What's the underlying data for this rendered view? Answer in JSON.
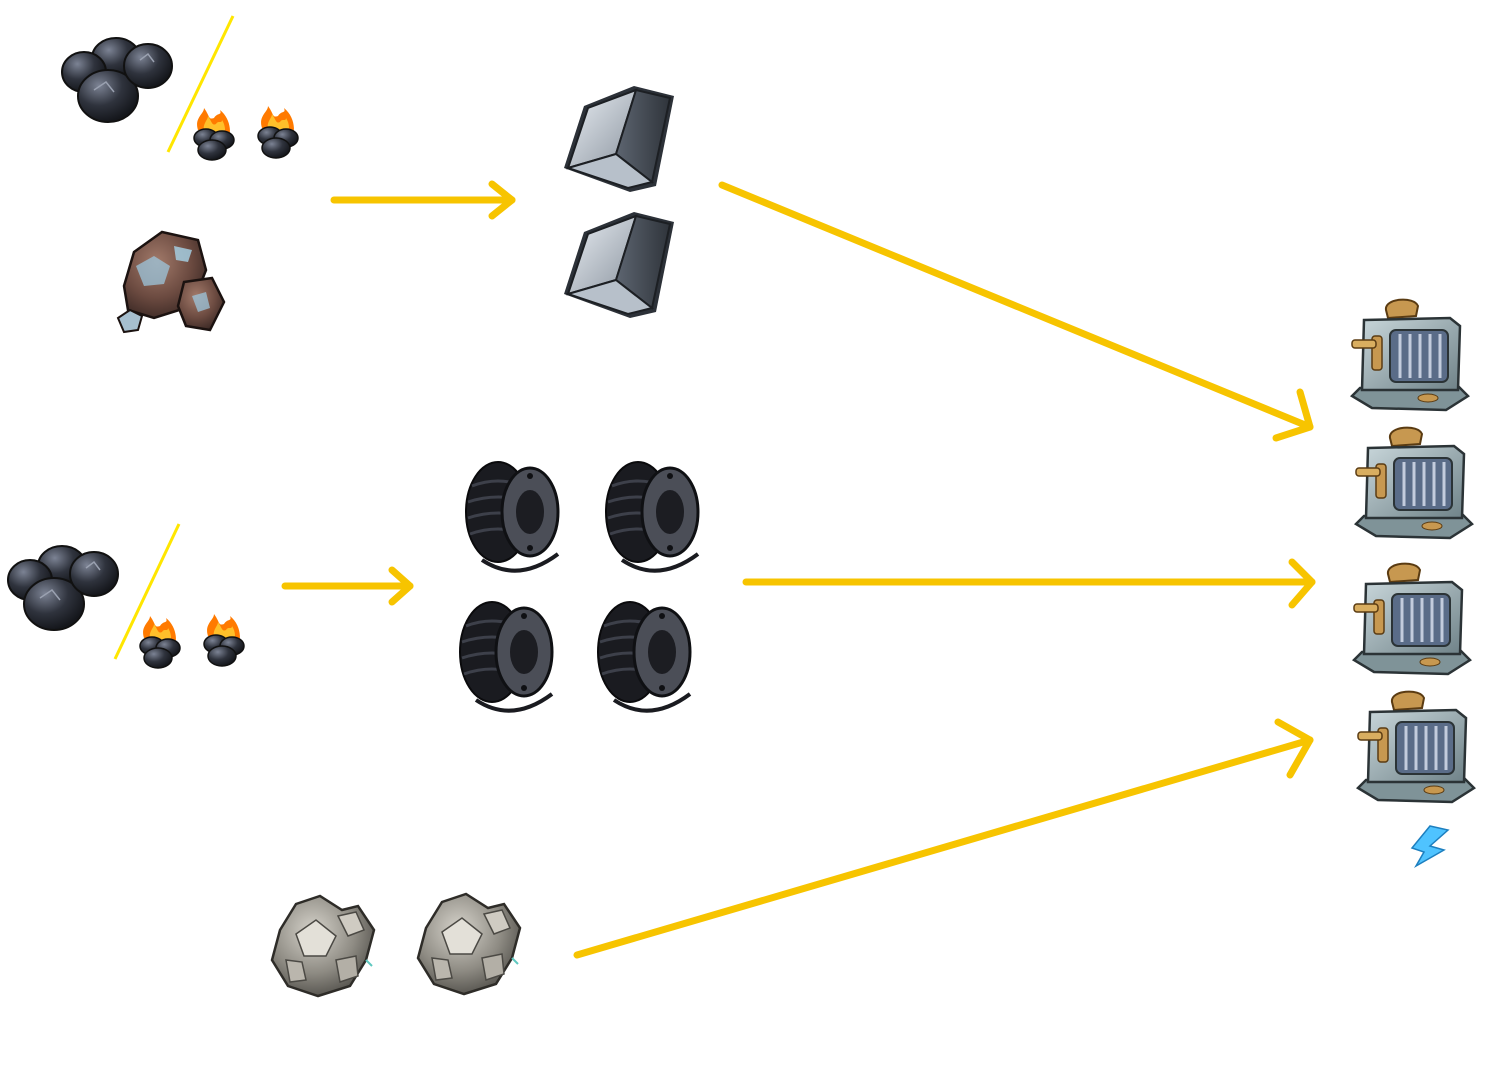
{
  "colors": {
    "background": "#ffffff",
    "arrow": "#f7c400",
    "divider": "#ffe600",
    "coal": "#2c2f38",
    "coal_highlight": "#6a7080",
    "fire": "#ff7a00",
    "ingot": "#9aa3ad",
    "wire": "#1e1f24",
    "stone": "#8f8c84",
    "toaster": "#8fa0a6",
    "toast": "#c79850",
    "energy": "#4fc3ff"
  },
  "recipes": [
    {
      "id": "ingot-recipe",
      "inputs": [
        "coal-or-charcoal-icon",
        "iron-ore-icon"
      ],
      "output": "iron-ingot-icon",
      "output_count": 2
    },
    {
      "id": "wire-recipe",
      "inputs": [
        "coal-or-charcoal-icon"
      ],
      "output": "wire-spool-icon",
      "output_count": 4
    },
    {
      "id": "stone-input",
      "inputs": [
        "stone-icon"
      ],
      "input_count": 2
    }
  ],
  "product": {
    "icon": "toaster-icon",
    "count": 4,
    "extra_icon": "energy-bolt-icon"
  }
}
